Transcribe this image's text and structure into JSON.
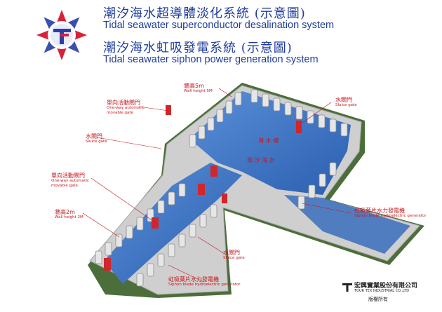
{
  "titles": {
    "zh1": "潮汐海水超導體淡化系統 (示意圖)",
    "en1": "Tidal seawater superconductor desalination system",
    "zh2": "潮汐海水虹吸發電系統 (示意圖)",
    "en2": "Tidal seawater siphon power generation system"
  },
  "labels": {
    "wall_high": {
      "zh": "牆高5m",
      "en": "Wall height 5M"
    },
    "oneway_top": {
      "zh": "單向活動閘門",
      "en1": "One-way automatic",
      "en2": "movable gate"
    },
    "sluice_right": {
      "zh": "水閘門",
      "en": "Sluice gate"
    },
    "sluice_left": {
      "zh": "水閘門",
      "en": "Sluice gate"
    },
    "oneway_left": {
      "zh": "單向活動閘門",
      "en1": "One-way automatic",
      "en2": "movable gate"
    },
    "wall_low": {
      "zh": "牆高2m",
      "en": "Wall height 2M"
    },
    "siphon_right": {
      "zh": "虹吸葉片水力發電機",
      "en": "Siphon blade hydroelectric generator"
    },
    "sluice_bottom": {
      "zh": "水閘門",
      "en": "Sluice gate"
    },
    "siphon_bottom": {
      "zh": "虹吸葉片水力發電機",
      "en": "Siphon blade hydroelectric generator"
    },
    "basin_a": "海 水 槽",
    "basin_b": "潮 汐 海 水"
  },
  "company": {
    "zh": "宏興實業股份有限公司",
    "en": "TOUR TEX INDUSTRIAL CO.,LTD",
    "rights": "版權所有"
  },
  "colors": {
    "title": "#1f3c9b",
    "label": "#c8151b",
    "water": "#3a74c6",
    "grass": "#4b6e3a",
    "wall": "#d8d8d8"
  }
}
